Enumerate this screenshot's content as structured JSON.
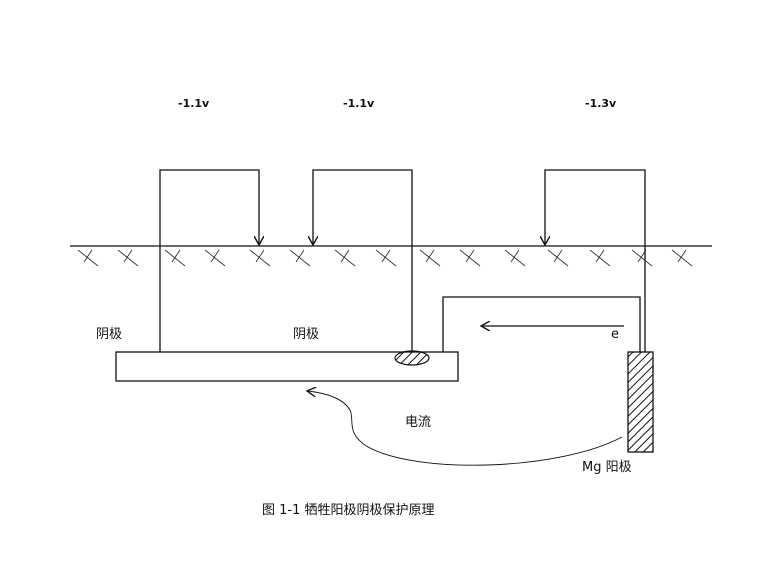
{
  "voltages": [
    "-1.1v",
    "-1.1v",
    "-1.3v"
  ],
  "labels": {
    "cathode_left": "阴极",
    "cathode_mid": "阴极",
    "electron": "e",
    "current": "电流",
    "mg_anode": "Mg  阳极"
  },
  "caption": "图 1-1  牺牲阳极阴极保护原理",
  "colors": {
    "line": "#111111",
    "background": "#ffffff"
  }
}
